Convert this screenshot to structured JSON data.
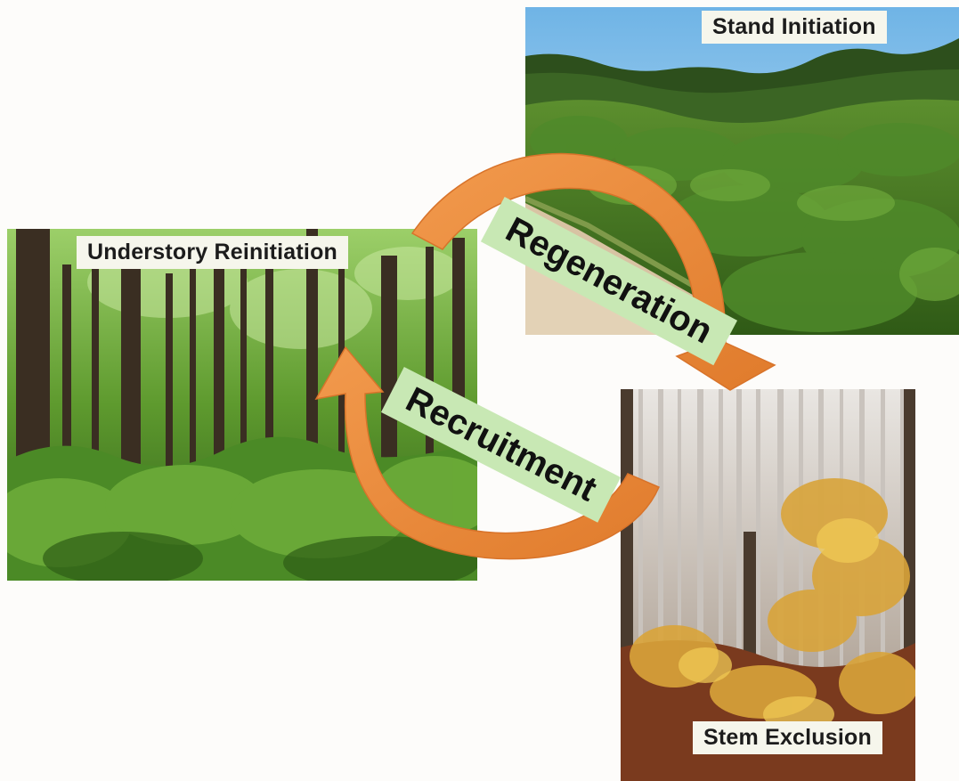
{
  "stages": {
    "stand_initiation": "Stand Initiation",
    "understory_reinitiation": "Understory Reinitiation",
    "stem_exclusion": "Stem Exclusion"
  },
  "processes": {
    "regeneration": "Regeneration",
    "recruitment": "Recruitment"
  },
  "colors": {
    "arrow": "#ef8a3c",
    "process_label_bg": "#c8e8b4",
    "caption_bg": "#f6f6ec"
  }
}
